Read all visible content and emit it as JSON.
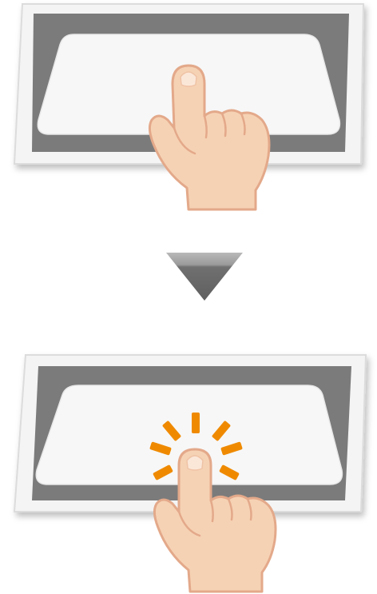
{
  "illustration": {
    "steps": [
      {
        "step": "before",
        "pose": "finger-raised-over-touchpad",
        "icon": "pointing-hand-icon"
      },
      {
        "step": "after",
        "pose": "finger-tapping-touchpad",
        "icon": "tap-burst-icon"
      }
    ],
    "transition_icon": "down-arrow-icon"
  },
  "colors": {
    "frame": "#f4f4f4",
    "frame_edge": "#d8d8d8",
    "bezel": "#7b7b7b",
    "pad_surface": "#f7f7f7",
    "skin": "#f6d2b4",
    "skin_outline": "#e3a98a",
    "arrow": "#6e6e6e",
    "tap_burst": "#ef8a00"
  }
}
